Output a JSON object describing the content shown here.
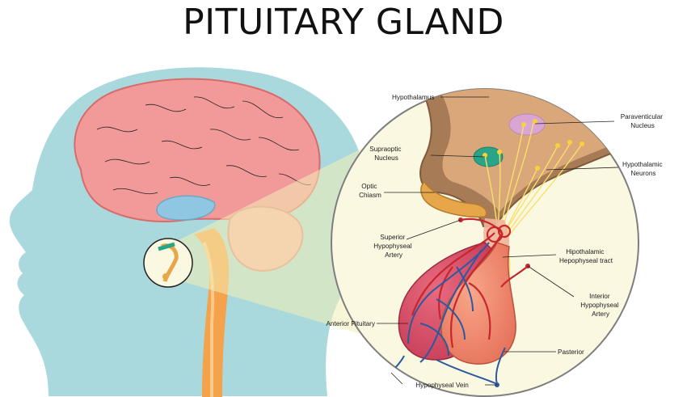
{
  "title": "PITUITARY GLAND",
  "labels": {
    "hypothalamus": "Hypothalamus",
    "paraventricular": [
      "Paraventicular",
      "Nucleus"
    ],
    "supraoptic": [
      "Supraoptic",
      "Nucleus"
    ],
    "hypothalamic_neurons": [
      "Hypothalamic",
      "Neurons"
    ],
    "optic_chiasm": [
      "Optic",
      "Chiasm"
    ],
    "superior_artery": [
      "Superior",
      "Hypophyseal",
      "Artery"
    ],
    "hypothalamic_tract": [
      "Hipothalamic",
      "Hepophyseal tract"
    ],
    "interior_artery": [
      "Interior",
      "Hypophyseal",
      "Artery"
    ],
    "anterior_pituitary": "Anterior Pituitary",
    "posterior": "Pasterior",
    "hypophyseal_vein": "Hypophyseal Vein"
  },
  "colors": {
    "head": "#a9d9dc",
    "brain": "#f19a99",
    "brain_dark": "#e0716f",
    "hypothalamus": "#d9a77a",
    "anterior": "#d6506a",
    "posterior": "#f18a70",
    "artery": "#c8262d",
    "vein": "#2a5aa0",
    "spinal": "#f5a24c"
  }
}
